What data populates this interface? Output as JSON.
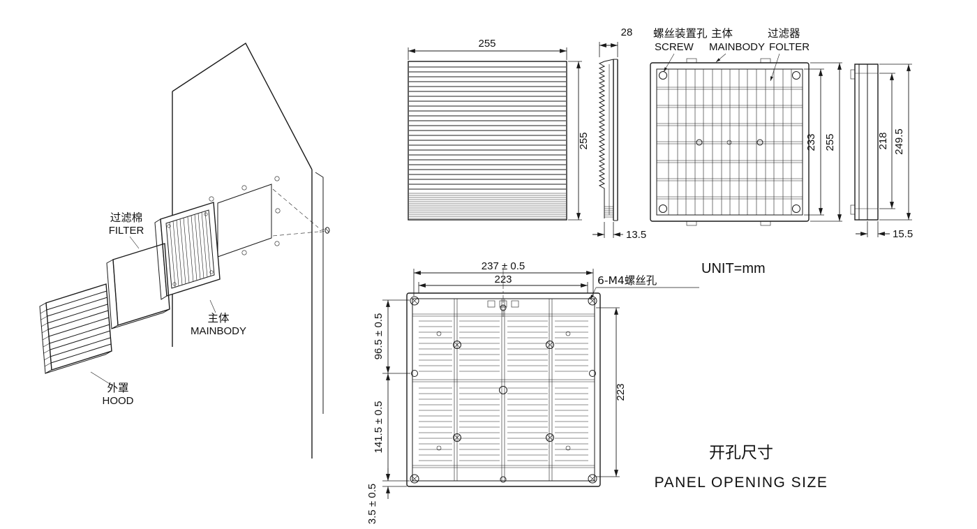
{
  "exploded": {
    "filter_cn": "过滤棉",
    "filter_en": "FILTER",
    "mainbody_cn": "主体",
    "mainbody_en": "MAINBODY",
    "hood_cn": "外罩",
    "hood_en": "HOOD"
  },
  "front_view": {
    "width": "255",
    "height": "255"
  },
  "profile_view": {
    "depth": "28",
    "flange": "13.5"
  },
  "grid_view": {
    "screw_cn": "螺丝装置孔",
    "screw_en": "SCREW",
    "body_cn": "主体",
    "body_en": "MAINBODY",
    "filter_cn": "过滤器",
    "filter_en": "FOLTER",
    "inner": "233",
    "outer": "255"
  },
  "side_view": {
    "inner": "218",
    "outer": "249.5",
    "depth": "15.5"
  },
  "panel_view": {
    "outer_width": "237 ± 0.5",
    "inner_width": "223",
    "m4": "6-M4螺丝孔",
    "upper": "96.5 ± 0.5",
    "lower": "141.5 ± 0.5",
    "edge": "3.5 ± 0.5",
    "height": "223"
  },
  "notes": {
    "unit": "UNIT=mm",
    "title_cn": "开孔尺寸",
    "title_en": "PANEL OPENING SIZE"
  }
}
